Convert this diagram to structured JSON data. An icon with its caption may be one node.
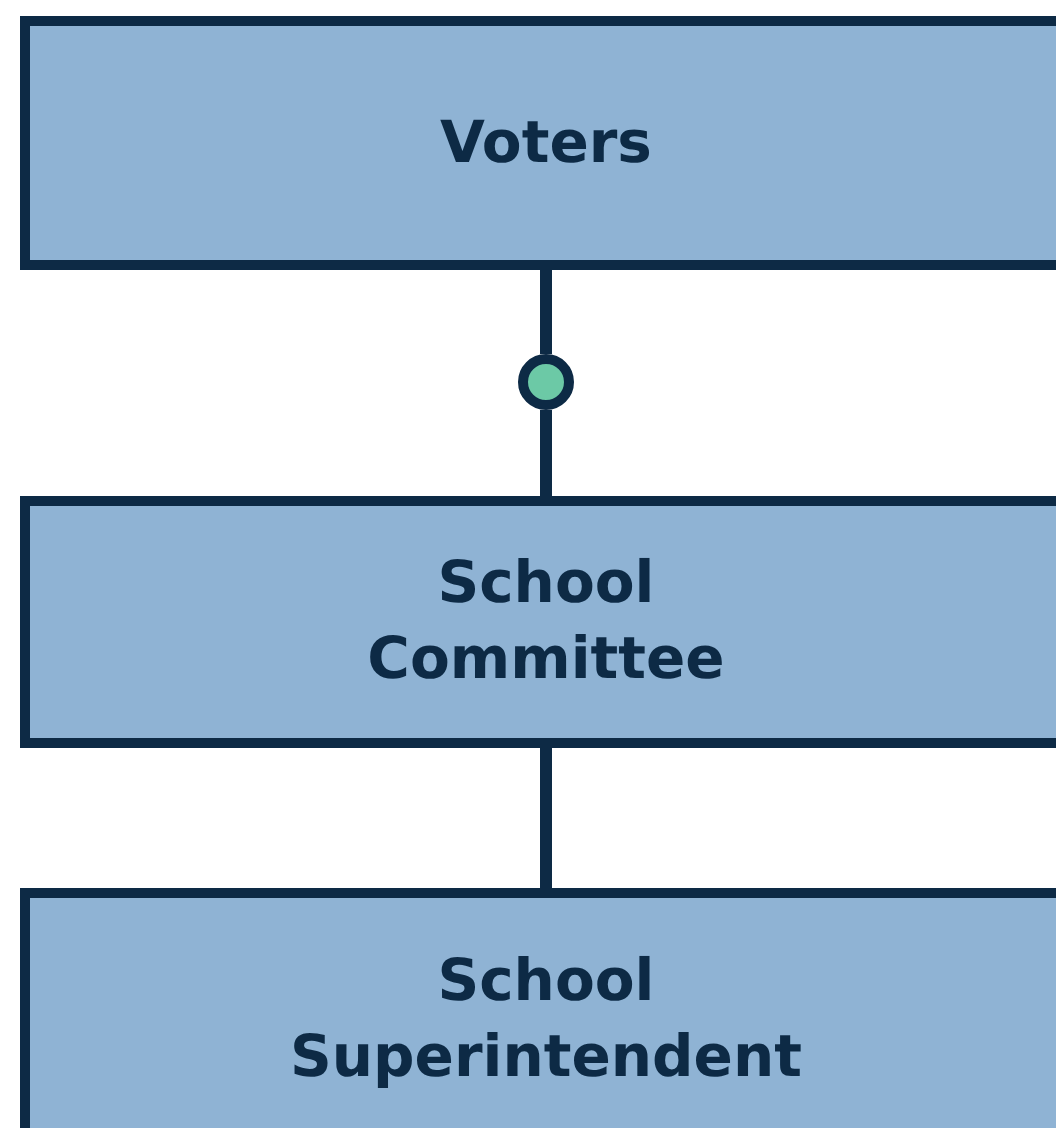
{
  "diagram": {
    "nodes": [
      {
        "text": [
          "Voters"
        ]
      },
      {
        "text": [],
        "shape": "circle"
      },
      {
        "text": [
          "School Committee"
        ]
      },
      {
        "text": [
          "School Superintendent"
        ]
      }
    ],
    "edges": [
      {
        "from": 0,
        "to": 1,
        "arrow": "none"
      },
      {
        "from": 1,
        "to": 2,
        "arrow": "none"
      },
      {
        "from": 2,
        "to": 3,
        "arrow": "none"
      }
    ]
  }
}
